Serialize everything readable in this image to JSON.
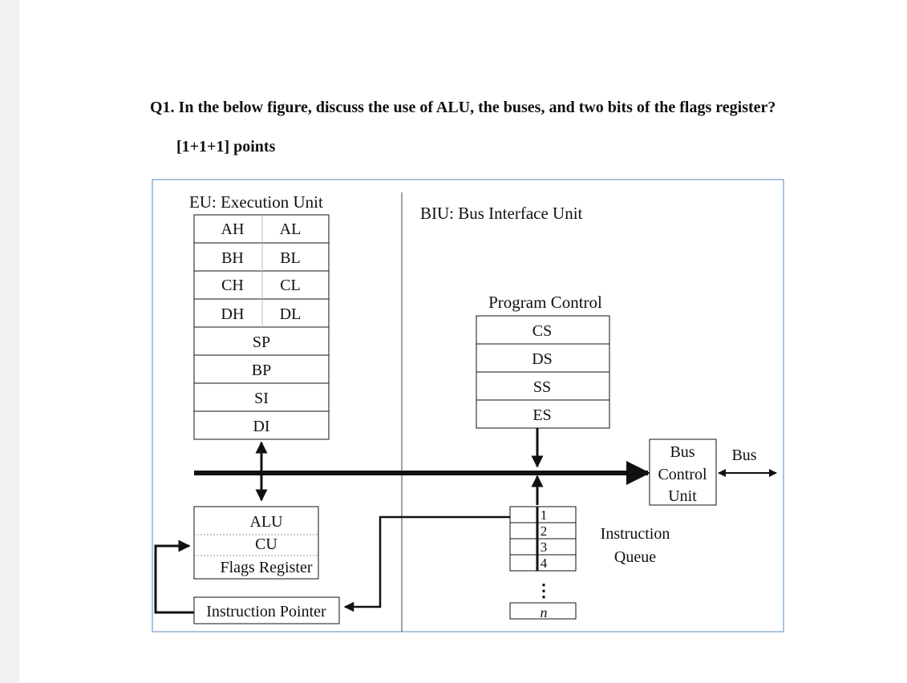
{
  "question": {
    "text": "Q1. In the below figure, discuss the use of ALU, the buses, and two bits of the flags register?",
    "points": "[1+1+1] points"
  },
  "diagram": {
    "eu_title": "EU: Execution Unit",
    "biu_title": "BIU: Bus Interface Unit",
    "general_registers": [
      {
        "high": "AH",
        "low": "AL"
      },
      {
        "high": "BH",
        "low": "BL"
      },
      {
        "high": "CH",
        "low": "CL"
      },
      {
        "high": "DH",
        "low": "DL"
      }
    ],
    "pointer_registers": [
      "SP",
      "BP",
      "SI",
      "DI"
    ],
    "alu_block": {
      "alu": "ALU",
      "cu": "CU",
      "flags": "Flags Register"
    },
    "instruction_pointer": "Instruction Pointer",
    "program_control": {
      "title": "Program Control",
      "segments": [
        "CS",
        "DS",
        "SS",
        "ES"
      ]
    },
    "bus_control_unit": [
      "Bus",
      "Control",
      "Unit"
    ],
    "external_bus": "Bus",
    "instruction_queue": {
      "slots": [
        "1",
        "2",
        "3",
        "4"
      ],
      "ellipsis": "⋮",
      "last": "n",
      "label": [
        "Instruction",
        "Queue"
      ]
    }
  }
}
